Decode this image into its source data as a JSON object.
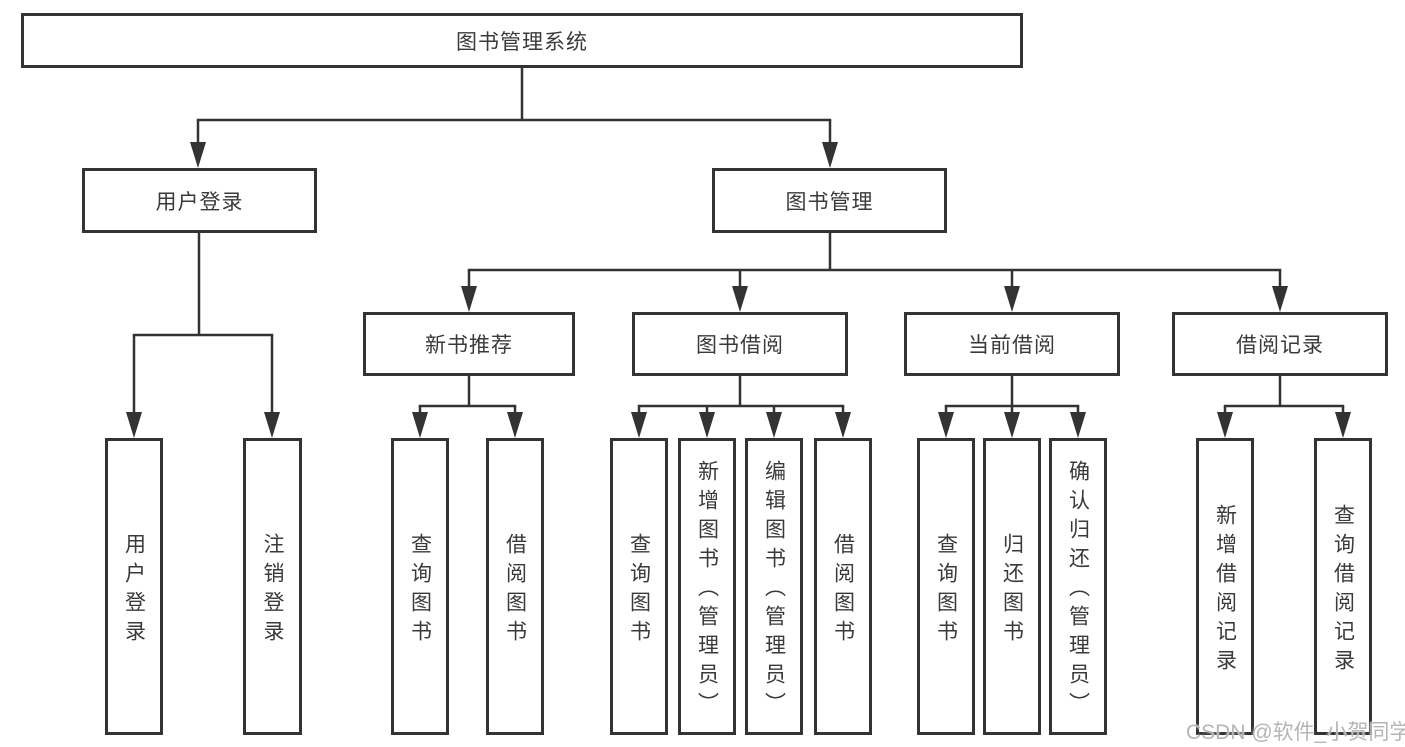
{
  "diagram": {
    "type": "hierarchy-tree",
    "colors": {
      "background": "#ffffff",
      "line": "#333333",
      "box_border": "#333333",
      "text": "#3a3a3a",
      "watermark": "#b5b5b5"
    },
    "tree": {
      "root": {
        "label": "图书管理系统"
      },
      "branches": [
        {
          "label": "用户登录",
          "children": [
            {
              "label": "用户登录"
            },
            {
              "label": "注销登录"
            }
          ]
        },
        {
          "label": "图书管理",
          "children": [
            {
              "label": "新书推荐",
              "children": [
                {
                  "label": "查询图书"
                },
                {
                  "label": "借阅图书"
                }
              ]
            },
            {
              "label": "图书借阅",
              "children": [
                {
                  "label": "查询图书"
                },
                {
                  "label": "新增图书（管理员）"
                },
                {
                  "label": "编辑图书（管理员）"
                },
                {
                  "label": "借阅图书"
                }
              ]
            },
            {
              "label": "当前借阅",
              "children": [
                {
                  "label": "查询图书"
                },
                {
                  "label": "归还图书"
                },
                {
                  "label": "确认归还（管理员）"
                }
              ]
            },
            {
              "label": "借阅记录",
              "children": [
                {
                  "label": "新增借阅记录"
                },
                {
                  "label": "查询借阅记录"
                }
              ]
            }
          ]
        }
      ]
    },
    "watermark": {
      "text": "CSDN @软件_小贺同学"
    }
  }
}
